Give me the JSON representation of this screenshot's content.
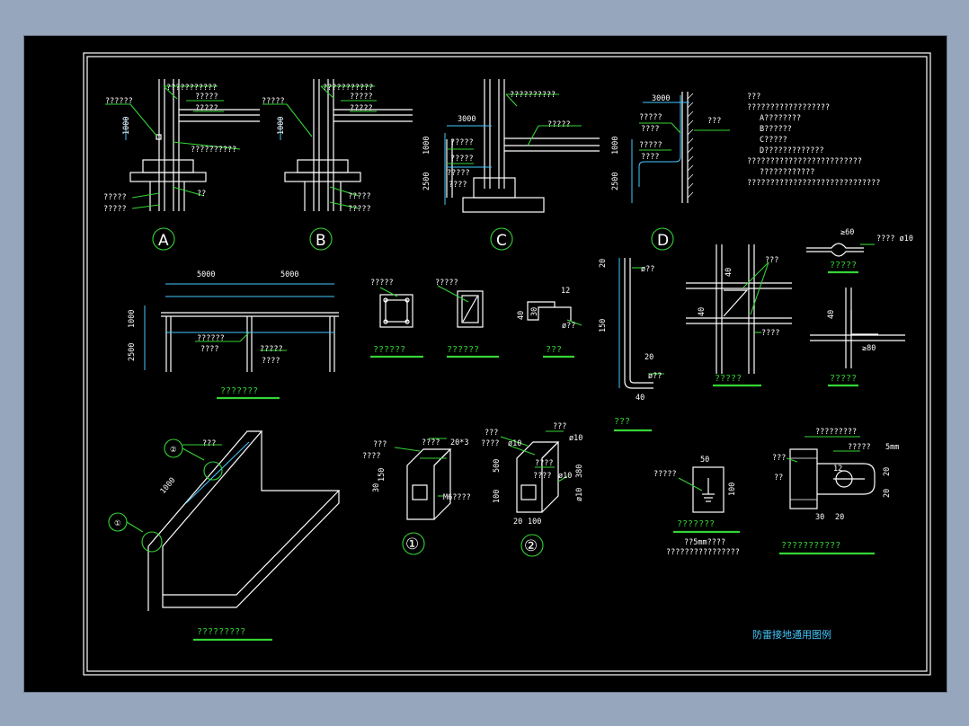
{
  "sheet": {
    "sheet_title": "防雷接地通用图例",
    "colors": {
      "background": "#000000",
      "frame": "#ffffff",
      "leader": "#35d435",
      "note_title": "#45c8ff",
      "outer_bg": "#95a6bd"
    }
  },
  "details": {
    "A": {
      "label": "A",
      "dims": [
        "1000"
      ],
      "notes": [
        "??????",
        "???????????",
        "?????",
        "?????",
        "??????????",
        "?????",
        "?????",
        "??"
      ]
    },
    "B": {
      "label": "B",
      "dims": [
        "1000"
      ],
      "notes": [
        "?????",
        "???????????",
        "?????",
        "?????",
        "?????",
        "?????"
      ]
    },
    "C": {
      "label": "C",
      "dims": [
        "3000",
        "1000",
        "2500"
      ],
      "notes": [
        "??????????",
        "?????",
        "?????",
        "?????",
        "?????",
        "????"
      ]
    },
    "D": {
      "label": "D",
      "dims": [
        "3000",
        "1000",
        "2500"
      ],
      "notes": [
        "?????",
        "????",
        "?????",
        "????",
        "???"
      ]
    }
  },
  "general_notes": {
    "heading": "???",
    "lines": [
      "??????????????????",
      "A????????",
      "B??????",
      "C?????",
      "D?????????????",
      "?????????????????????????",
      "????????????",
      "?????????????????????????????"
    ]
  },
  "fence_section": {
    "dims": [
      "5000",
      "5000",
      "1000",
      "2500"
    ],
    "notes": [
      "??????",
      "????",
      "?????",
      "????"
    ],
    "title": "???????"
  },
  "sections": {
    "square": {
      "note": "?????",
      "title": "??????"
    },
    "diagonal": {
      "note": "?????",
      "title": "??????"
    },
    "bracket": {
      "dims": [
        "12",
        "40",
        "30"
      ],
      "note": "ø??",
      "title": "???"
    }
  },
  "hook_bar": {
    "dims": [
      "20",
      "150",
      "20",
      "40"
    ],
    "notes": [
      "ø??",
      "ø??"
    ],
    "title": "???"
  },
  "cross_joint": {
    "dims": [
      "40",
      "40"
    ],
    "notes": [
      "???",
      "????"
    ],
    "title": "?????"
  },
  "flat_splice": {
    "dims": [
      "≥60"
    ],
    "note": "????  ø10",
    "title": "?????"
  },
  "angle_joint": {
    "dims": [
      "40",
      "≥80"
    ],
    "title": "?????"
  },
  "iso_view": {
    "dims": [
      "1000"
    ],
    "markers": [
      "①",
      "②"
    ],
    "notes": [
      "???"
    ],
    "title": "?????????"
  },
  "detail_1": {
    "marker": "①",
    "dims": [
      "150",
      "30"
    ],
    "notes": [
      "???",
      "????",
      "????",
      "20*3",
      "M6????"
    ]
  },
  "detail_2": {
    "marker": "②",
    "dims": [
      "500",
      "380",
      "100",
      "20",
      "100"
    ],
    "notes": [
      "???",
      "???",
      "????",
      "ø10",
      "ø10",
      "????",
      "????",
      "ø10"
    ]
  },
  "plate_symbol": {
    "dims": [
      "50",
      "100"
    ],
    "note": "?????",
    "title": "???????",
    "footnotes": [
      "??5mm????",
      "????????????????"
    ]
  },
  "clamp_plate": {
    "dims": [
      "5mm",
      "12",
      "20",
      "20",
      "30",
      "20"
    ],
    "notes": [
      "?????????",
      "?????",
      "???",
      "??"
    ],
    "title": "???????????"
  },
  "layout_svg": {
    "w": 1026,
    "h": 730
  }
}
